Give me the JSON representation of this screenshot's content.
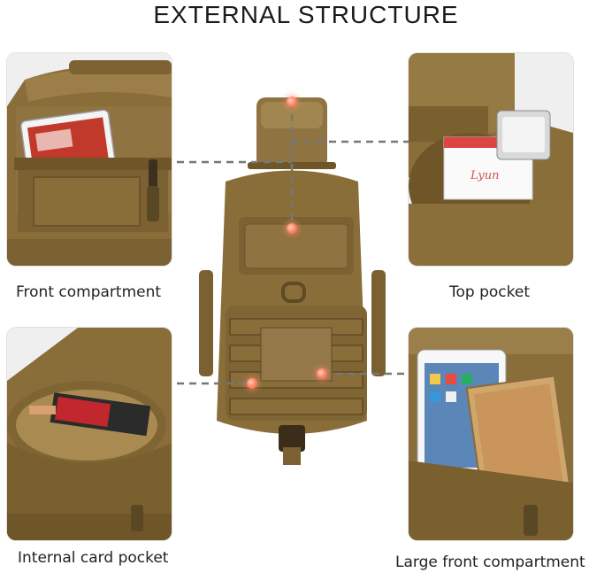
{
  "title": "EXTERNAL STRUCTURE",
  "captions": {
    "front_compartment": "Front compartment",
    "top_pocket": "Top pocket",
    "internal_card_pocket": "Internal card pocket",
    "large_front_compartment": "Large front compartment"
  },
  "lighter_text": "Lyun",
  "colors": {
    "fabric": "#8a6e3a",
    "fabric_light": "#a98b52",
    "fabric_dark": "#5e4a24",
    "hotspot": "#ff8a6a",
    "leader": "#777777"
  }
}
